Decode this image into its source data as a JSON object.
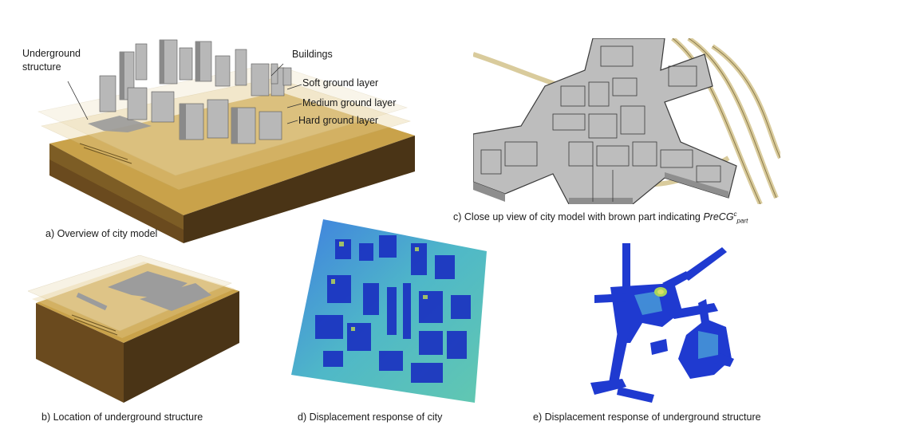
{
  "panel_a": {
    "labels": {
      "underground_line1": "Underground",
      "underground_line2": "structure",
      "buildings": "Buildings",
      "soft": "Soft ground layer",
      "medium": "Medium ground layer",
      "hard": "Hard ground layer"
    },
    "caption": "a) Overview of city model"
  },
  "panel_b": {
    "caption": "b) Location of underground structure"
  },
  "panel_c": {
    "caption_prefix": "c) Close up view of city model with brown part indicating ",
    "caption_term": "PreCG",
    "caption_sup": "c",
    "caption_sub": "part"
  },
  "panel_d": {
    "caption": "d) Displacement response of city"
  },
  "panel_e": {
    "caption": "e) Displacement response of underground structure"
  },
  "colors": {
    "ground_top": "#c9a24a",
    "ground_side_light": "#8a6a2a",
    "ground_side_dark": "#4a3416",
    "building_gray": "#b7b7b7",
    "displacement_low": "#1a33c8",
    "displacement_mid": "#5ec8c0",
    "displacement_high": "#b8d858"
  }
}
